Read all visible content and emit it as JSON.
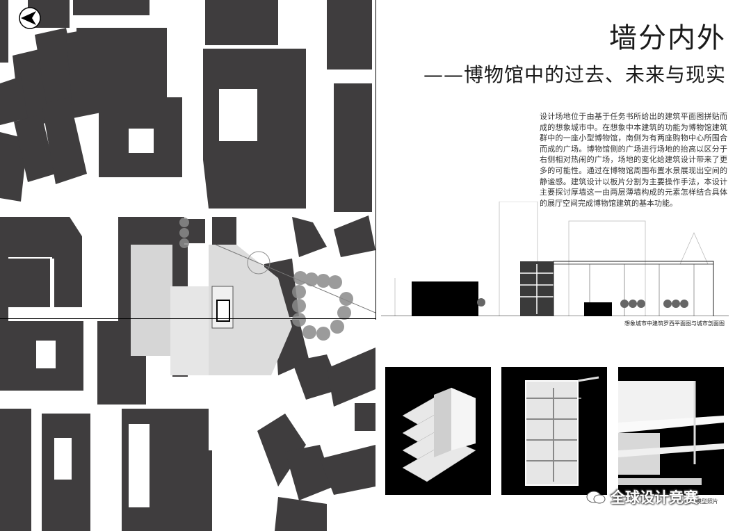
{
  "title": "墙分内外",
  "subtitle": "——博物馆中的过去、未来与现实",
  "description": "设计场地位于由基于任务书所给出的建筑平面图拼贴而成的想象城市中。在想象中本建筑的功能为博物馆建筑群中的一座小型博物馆，南侧为有两座购物中心所围合而成的广场。博物馆侧的广场进行场地的抬高以区分于右侧相对热闹的广场，场地的变化给建筑设计带来了更多的可能性。通过在博物馆周围布置水景展现出空间的静谧感。建筑设计以板片分割为主要操作手法，本设计主要探讨厚墙这一由两层薄墙构成的元素怎样结合具体的展厅空间完成博物馆建筑的基本功能。",
  "section_caption": "想象城市中建筑罗西平面图与城市剖面图",
  "photo_caption": "建筑模型照片",
  "watermark": "全球设计竞赛",
  "colors": {
    "building": "#3f3d3e",
    "site": "#cfcfcf",
    "plaza": "#e4e4e4",
    "tree": "#8a8a8a"
  }
}
